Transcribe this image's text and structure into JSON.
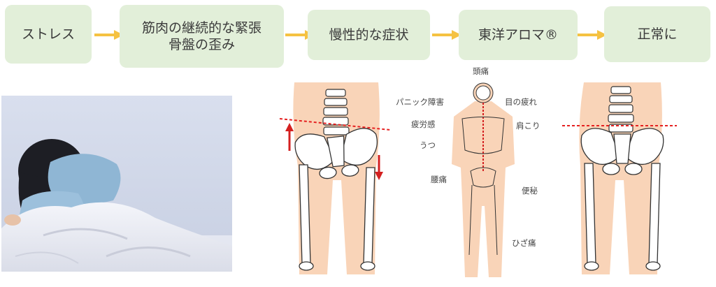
{
  "flow": {
    "step1": "ストレス",
    "step2_line1": "筋肉の継続的な緊張",
    "step2_line2": "骨盤の歪み",
    "step3": "慢性的な症状",
    "step4": "東洋アロマ®",
    "step5": "正常に"
  },
  "symptoms": {
    "headache": "頭痛",
    "panic": "パニック障害",
    "eye_fatigue": "目の疲れ",
    "fatigue": "疲労感",
    "shoulder": "肩こり",
    "depression": "うつ",
    "backache": "腰痛",
    "constipation": "便秘",
    "knee": "ひざ痛"
  },
  "colors": {
    "box_bg": "#e2efd9",
    "arrow": "#f5c242",
    "skin": "#f9d4b8",
    "tilt_line": "#e52020",
    "indicator": "#d42020"
  }
}
